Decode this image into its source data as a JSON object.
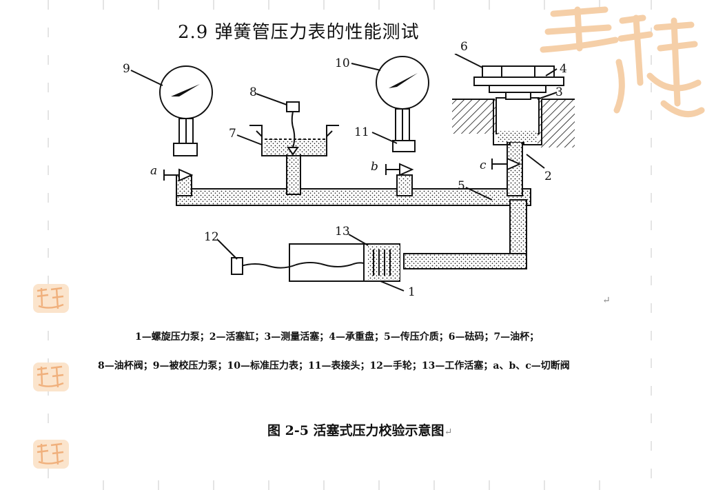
{
  "page": {
    "title": "2.9 弹簧管压力表的性能测试"
  },
  "diagram": {
    "labels": {
      "n1": "1",
      "n2": "2",
      "n3": "3",
      "n4": "4",
      "n5": "5",
      "n6": "6",
      "n7": "7",
      "n8": "8",
      "n9": "9",
      "n10": "10",
      "n11": "11",
      "n12": "12",
      "n13": "13",
      "va": "a",
      "vb": "b",
      "vc": "c"
    },
    "legend_line1": "1—螺旋压力泵；2—活塞缸；3—测量活塞；4—承重盘；5—传压介质；6—砝码；7—油杯；",
    "legend_line2": "8—油杯阀；9—被校压力泵；10—标准压力表；11—表接头；12—手轮；13—工作活塞；a、b、c—切断阀",
    "caption": "图 2-5 活塞式压力校验示意图"
  },
  "marks": {
    "paragraph_mark": "↵"
  },
  "colors": {
    "watermark": "#f5cfa8",
    "ink": "#111111",
    "guide": "#c8c8c8"
  }
}
